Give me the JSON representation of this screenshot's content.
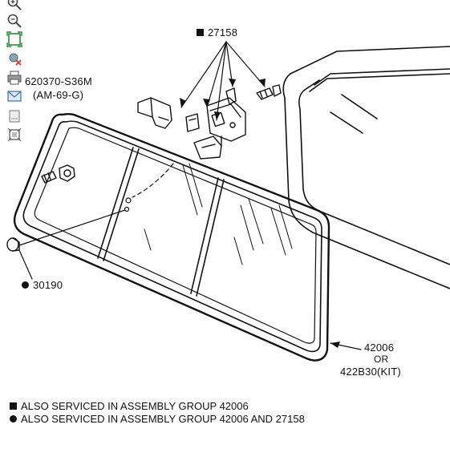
{
  "toolbar": {
    "tools": [
      {
        "name": "zoom-in-icon"
      },
      {
        "name": "zoom-out-icon"
      },
      {
        "name": "fit-page-icon"
      },
      {
        "name": "rotate-off-icon"
      },
      {
        "name": "print-icon"
      },
      {
        "name": "email-icon"
      },
      {
        "name": "page-icon"
      },
      {
        "name": "crop-icon"
      }
    ]
  },
  "callouts": {
    "top_part": "27158",
    "bolt_part": "620370-S36M",
    "bolt_code": "(AM-69-G)",
    "stop_part": "30190",
    "glass_part": "42006",
    "glass_or": "OR",
    "glass_kit": "422B30(KIT)"
  },
  "legend": {
    "square_note": "ALSO SERVICED IN ASSEMBLY GROUP 42006",
    "dot_note": "ALSO SERVICED IN ASSEMBLY GROUP 42006 AND 27158"
  },
  "colors": {
    "ink": "#111111",
    "background": "#ffffff",
    "toolbar_accent": "#2a8a3a",
    "toolbar_blue": "#3a6fb0"
  }
}
